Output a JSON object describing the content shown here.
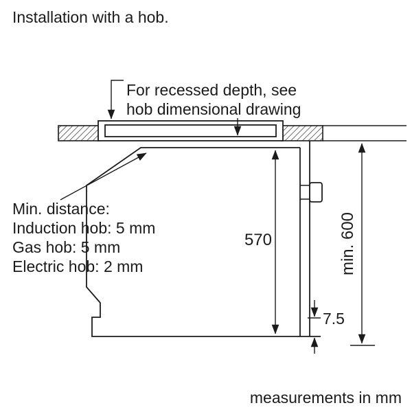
{
  "title": "Installation with a hob.",
  "footer": "measurements in mm",
  "annotation": {
    "line1": "For recessed depth, see",
    "line2": "hob dimensional drawing"
  },
  "min_distance": {
    "heading": "Min. distance:",
    "induction": "Induction hob: 5 mm",
    "gas": "Gas hob: 5 mm",
    "electric": "Electric hob: 2 mm"
  },
  "dimensions": {
    "niche_depth": "570",
    "niche_height": "min. 600",
    "bottom_gap": "7.5"
  },
  "colors": {
    "line": "#1b1b1b",
    "text": "#1b1b1b",
    "background": "#ffffff"
  }
}
